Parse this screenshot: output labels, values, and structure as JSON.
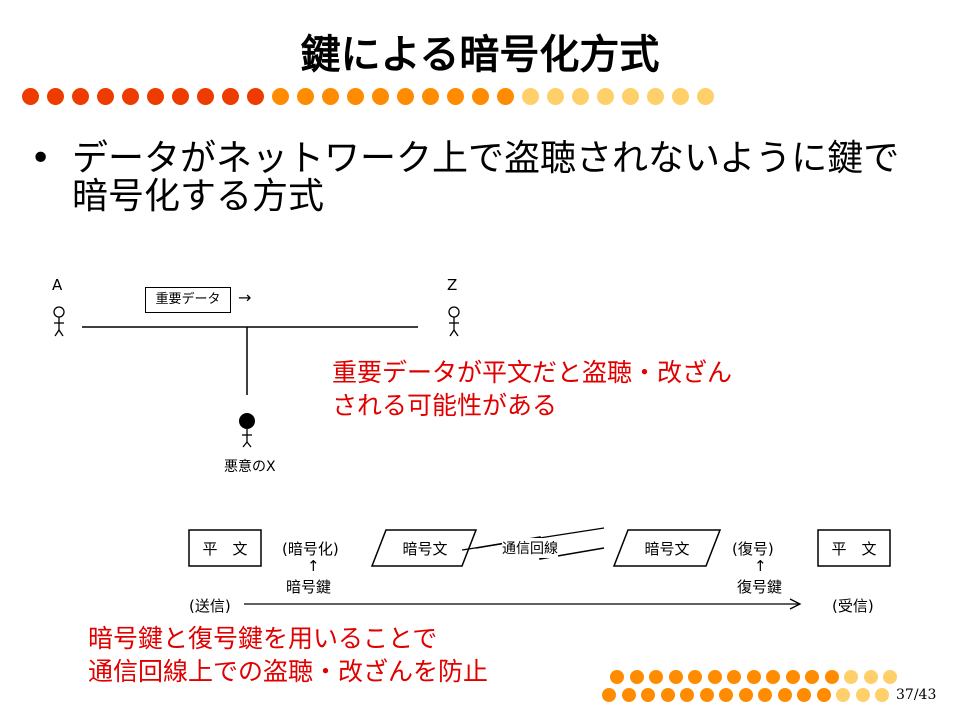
{
  "title": "鍵による暗号化方式",
  "bullet": {
    "symbol": "•",
    "text": "データがネットワーク上で盗聴されないように鍵で暗号化する方式"
  },
  "diagram_top": {
    "sender_label": "A",
    "receiver_label": "Z",
    "data_box": "重要データ",
    "arrow": "→",
    "attacker_label": "悪意のX"
  },
  "note_top": [
    "重要データが平文だと盗聴・改ざん",
    "される可能性がある"
  ],
  "diagram_bottom": {
    "plain_left": "平　文",
    "encrypt": "(暗号化)",
    "cipher_left": "暗号文",
    "channel": "通信回線",
    "cipher_right": "暗号文",
    "decrypt": "(復号)",
    "plain_right": "平　文",
    "up_arrow": "↑",
    "enc_key": "暗号鍵",
    "dec_key": "復号鍵",
    "send": "(送信)",
    "receive": "(受信)"
  },
  "note_bottom": [
    "暗号鍵と復号鍵を用いることで",
    "通信回線上での盗聴・改ざんを防止"
  ],
  "page_number": "37/43",
  "colors": {
    "dot_red": "#ee3b00",
    "dot_orange": "#ff8c00",
    "dot_yellow": "#ffcf6a",
    "note_red": "#e00000"
  }
}
